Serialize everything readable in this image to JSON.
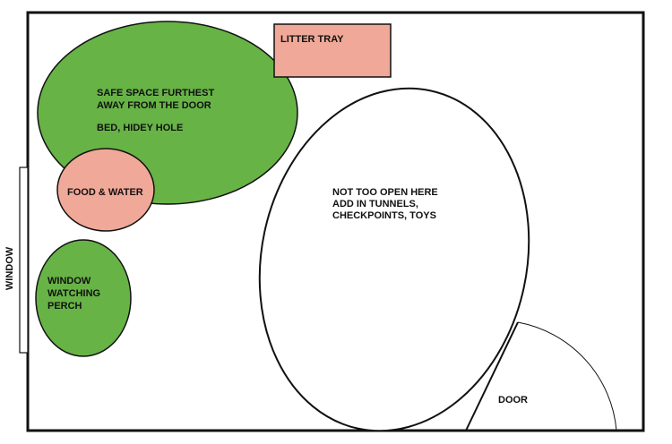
{
  "room": {
    "window_label": "WINDOW",
    "door_label": "DOOR"
  },
  "zones": {
    "safe_space": {
      "line1": "SAFE SPACE FURTHEST",
      "line2": "AWAY FROM THE DOOR",
      "line3": "BED, HIDEY HOLE",
      "color": "#67b346"
    },
    "litter_tray": {
      "label": "LITTER TRAY",
      "color": "#f0a898"
    },
    "food_water": {
      "label": "FOOD & WATER",
      "color": "#f0a898"
    },
    "window_perch": {
      "line1": "WINDOW",
      "line2": "WATCHING",
      "line3": "PERCH",
      "color": "#67b346"
    },
    "open_area": {
      "line1": "NOT TOO OPEN HERE",
      "line2": "ADD IN TUNNELS,",
      "line3": "CHECKPOINTS, TOYS",
      "color": "#ffffff"
    }
  }
}
